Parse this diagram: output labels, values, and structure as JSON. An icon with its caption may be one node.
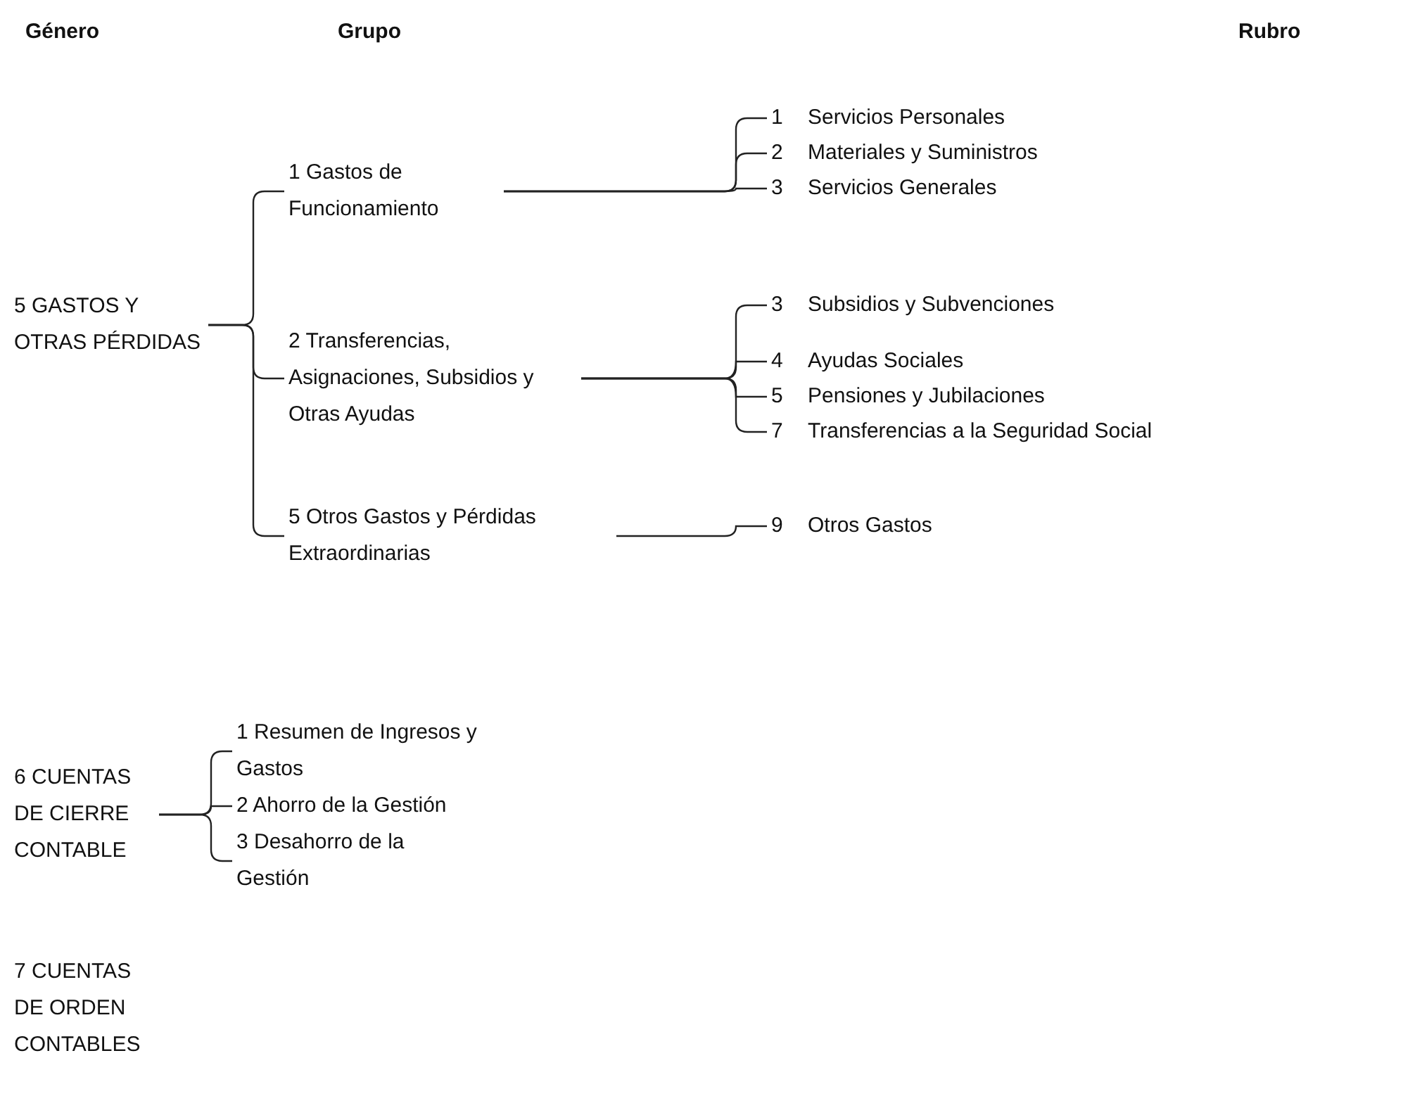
{
  "diagram": {
    "nodes": [
      {
        "text": [
          "5 GASTOS Y OTRAS PÉRDIDAS"
        ]
      },
      {
        "text": [
          "1 Gastos de Funcionamiento"
        ]
      },
      {
        "text": [
          "2 Transferencias, Asignaciones, Subsidios y Otras Ayudas"
        ]
      },
      {
        "text": [
          "5 Otros Gastos y Pérdidas Extraordinarias"
        ]
      },
      {
        "text": [
          "1",
          "Servicios Personales"
        ]
      },
      {
        "text": [
          "2",
          "Materiales y Suministros"
        ]
      },
      {
        "text": [
          "3",
          "Servicios Generales"
        ]
      },
      {
        "text": [
          "3",
          "Subsidios y Subvenciones"
        ]
      },
      {
        "text": [
          "4",
          "Ayudas Sociales"
        ]
      },
      {
        "text": [
          "5",
          "Pensiones y Jubilaciones"
        ]
      },
      {
        "text": [
          "7",
          "Transferencias a la Seguridad Social"
        ]
      },
      {
        "text": [
          "9",
          "Otros Gastos"
        ]
      },
      {
        "text": [
          "6 CUENTAS DE CIERRE CONTABLE"
        ]
      },
      {
        "text": [
          "1 Resumen de Ingresos y Gastos"
        ]
      },
      {
        "text": [
          "2 Ahorro de la Gestión"
        ]
      },
      {
        "text": [
          "3 Desahorro de la Gestión"
        ]
      },
      {
        "text": [
          "7 CUENTAS DE ORDEN CONTABLES"
        ]
      }
    ],
    "edges": [
      {
        "from": 0,
        "to": 1,
        "arrow": "none"
      },
      {
        "from": 0,
        "to": 2,
        "arrow": "none"
      },
      {
        "from": 0,
        "to": 3,
        "arrow": "none"
      },
      {
        "from": 1,
        "to": 4,
        "arrow": "none"
      },
      {
        "from": 1,
        "to": 5,
        "arrow": "none"
      },
      {
        "from": 1,
        "to": 6,
        "arrow": "none"
      },
      {
        "from": 2,
        "to": 7,
        "arrow": "none"
      },
      {
        "from": 2,
        "to": 8,
        "arrow": "none"
      },
      {
        "from": 2,
        "to": 9,
        "arrow": "none"
      },
      {
        "from": 2,
        "to": 10,
        "arrow": "none"
      },
      {
        "from": 3,
        "to": 11,
        "arrow": "none"
      },
      {
        "from": 12,
        "to": 13,
        "arrow": "none"
      },
      {
        "from": 12,
        "to": 14,
        "arrow": "none"
      },
      {
        "from": 12,
        "to": 15,
        "arrow": "none"
      }
    ],
    "labels": [
      "Género",
      "Grupo",
      "Rubro"
    ]
  }
}
